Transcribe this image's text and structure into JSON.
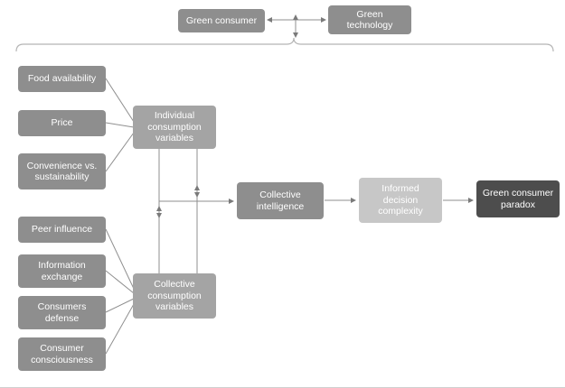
{
  "diagram": {
    "nodes": {
      "green_consumer": {
        "label": "Green consumer"
      },
      "green_technology": {
        "label": "Green technology"
      },
      "food_availability": {
        "label": "Food availability"
      },
      "price": {
        "label": "Price"
      },
      "convenience": {
        "label": "Convenience vs. sustainability"
      },
      "individual_vars": {
        "label": "Individual consumption variables"
      },
      "peer_influence": {
        "label": "Peer influence"
      },
      "information_exchange": {
        "label": "Information exchange"
      },
      "consumers_defense": {
        "label": "Consumers defense"
      },
      "consumer_consciousness": {
        "label": "Consumer consciousness"
      },
      "collective_vars": {
        "label": "Collective consumption variables"
      },
      "collective_intelligence": {
        "label": "Collective intelligence"
      },
      "informed_decision": {
        "label": "Informed decision complexity"
      },
      "green_paradox": {
        "label": "Green consumer paradox"
      }
    },
    "edges": [
      {
        "from": "green_consumer",
        "to": "green_technology",
        "style": "bidirectional"
      },
      {
        "from": "green_consumer_green_technology",
        "to": "all_variables_brace",
        "style": "bidirectional"
      },
      {
        "from": "food_availability",
        "to": "individual_vars",
        "style": "line"
      },
      {
        "from": "price",
        "to": "individual_vars",
        "style": "line"
      },
      {
        "from": "convenience",
        "to": "individual_vars",
        "style": "line"
      },
      {
        "from": "peer_influence",
        "to": "collective_vars",
        "style": "line"
      },
      {
        "from": "information_exchange",
        "to": "collective_vars",
        "style": "line"
      },
      {
        "from": "consumers_defense",
        "to": "collective_vars",
        "style": "line"
      },
      {
        "from": "consumer_consciousness",
        "to": "collective_vars",
        "style": "line"
      },
      {
        "from": "individual_vars",
        "to": "collective_vars",
        "style": "bidirectional"
      },
      {
        "from": "individual_vars",
        "to": "collective_intelligence",
        "style": "arrow"
      },
      {
        "from": "collective_vars",
        "to": "collective_intelligence",
        "style": "arrow"
      },
      {
        "from": "collective_intelligence",
        "to": "informed_decision",
        "style": "arrow"
      },
      {
        "from": "informed_decision",
        "to": "green_paradox",
        "style": "arrow"
      }
    ],
    "colors": {
      "box_gray": "#8e8e8e",
      "box_light_gray": "#a4a4a4",
      "box_lighter_gray": "#c7c7c7",
      "box_dark": "#4d4d4d",
      "line": "#8f8f8f",
      "brace": "#b5b5b5",
      "text": "#ffffff"
    }
  }
}
